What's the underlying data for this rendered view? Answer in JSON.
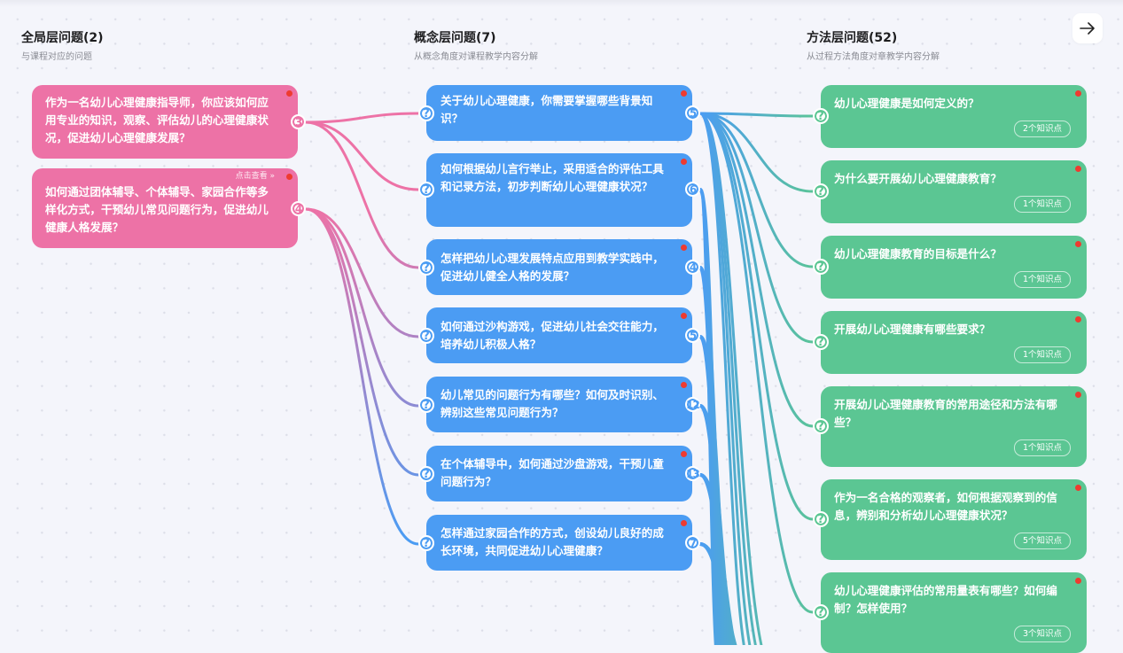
{
  "columns": {
    "global": {
      "title": "全局层问题(2)",
      "subtitle": "与课程对应的问题"
    },
    "concept": {
      "title": "概念层问题(7)",
      "subtitle": "从概念角度对课程教学内容分解"
    },
    "method": {
      "title": "方法层问题(52)",
      "subtitle": "从过程方法角度对章教学内容分解"
    }
  },
  "navigation": {
    "next_icon": "arrow-right-icon"
  },
  "colors": {
    "global_node": "#ed72a6",
    "concept_node": "#4b9cf3",
    "method_node": "#5bc693",
    "unread_dot": "#ee3b30"
  },
  "global_nodes": [
    {
      "text": "作为一名幼儿心理健康指导师，你应该如何应用专业的知识，观察、评估幼儿的心理健康状况，促进幼儿心理健康发展？",
      "count": "3",
      "hint": ""
    },
    {
      "text": "如何通过团体辅导、个体辅导、家园合作等多样化方式，干预幼儿常见问题行为，促进幼儿健康人格发展？",
      "count": "4",
      "hint": "点击查看 »"
    }
  ],
  "concept_nodes": [
    {
      "text": "关于幼儿心理健康，你需要掌握哪些背景知识？",
      "count": "5"
    },
    {
      "text": "如何根据幼儿言行举止，采用适合的评估工具和记录方法，初步判断幼儿心理健康状况？",
      "count": "6"
    },
    {
      "text": "怎样把幼儿心理发展特点应用到教学实践中，促进幼儿健全人格的发展？",
      "count": "4"
    },
    {
      "text": "如何通过沙构游戏，促进幼儿社会交往能力，培养幼儿积极人格？",
      "count": "5"
    },
    {
      "text": "幼儿常见的问题行为有哪些？如何及时识别、辨别这些常见问题行为？",
      "count": "12"
    },
    {
      "text": "在个体辅导中，如何通过沙盘游戏，干预儿童问题行为？",
      "count": "13"
    },
    {
      "text": "怎样通过家园合作的方式，创设幼儿良好的成长环境，共同促进幼儿心理健康？",
      "count": "7"
    }
  ],
  "method_nodes": [
    {
      "text": "幼儿心理健康是如何定义的？",
      "knowledge_points": "2个知识点"
    },
    {
      "text": "为什么要开展幼儿心理健康教育？",
      "knowledge_points": "1个知识点"
    },
    {
      "text": "幼儿心理健康教育的目标是什么？",
      "knowledge_points": "1个知识点"
    },
    {
      "text": "开展幼儿心理健康有哪些要求？",
      "knowledge_points": "1个知识点"
    },
    {
      "text": "开展幼儿心理健康教育的常用途径和方法有哪些？",
      "knowledge_points": "1个知识点"
    },
    {
      "text": "作为一名合格的观察者，如何根据观察到的信息，辨别和分析幼儿心理健康状况？",
      "knowledge_points": "5个知识点"
    },
    {
      "text": "幼儿心理健康评估的常用量表有哪些？如何编制？怎样使用？",
      "knowledge_points": "3个知识点"
    }
  ]
}
